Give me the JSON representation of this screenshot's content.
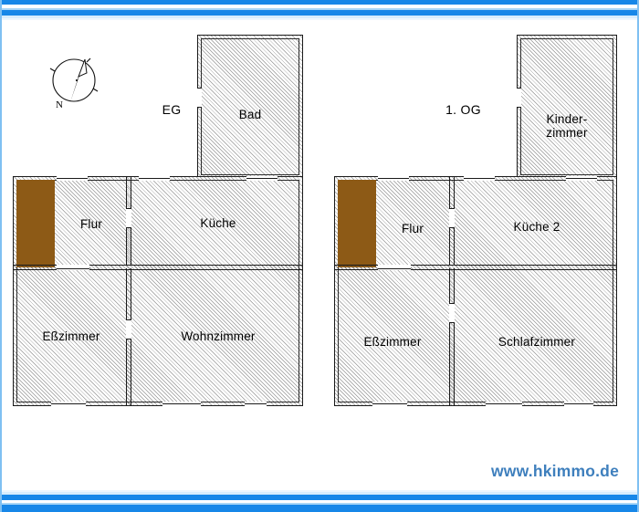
{
  "document": {
    "type": "floor-plan",
    "watermark": "www.hkimmo.de",
    "watermark_color": "#3e7fbd",
    "border_color": "#1787e8",
    "border_color_light": "#cfe8fb",
    "highlight_color": "#8d5a16",
    "wall_color": "#1a1a1a",
    "background": "#ffffff"
  },
  "compass": {
    "name": "compass-rose",
    "north_label": "N"
  },
  "floors": [
    {
      "id": "eg",
      "label": "EG",
      "rooms": [
        {
          "id": "bad",
          "label": "Bad"
        },
        {
          "id": "flur",
          "label": "Flur"
        },
        {
          "id": "kueche",
          "label": "Küche"
        },
        {
          "id": "esszimmer",
          "label": "Eßzimmer"
        },
        {
          "id": "wohnzimmer",
          "label": "Wohnzimmer"
        }
      ]
    },
    {
      "id": "og1",
      "label": "1. OG",
      "rooms": [
        {
          "id": "kinderzimmer",
          "label": "Kinder-\nzimmer"
        },
        {
          "id": "flur2",
          "label": "Flur"
        },
        {
          "id": "kueche2",
          "label": "Küche 2"
        },
        {
          "id": "esszimmer2",
          "label": "Eßzimmer"
        },
        {
          "id": "schlafzimmer",
          "label": "Schlafzimmer"
        }
      ]
    }
  ]
}
